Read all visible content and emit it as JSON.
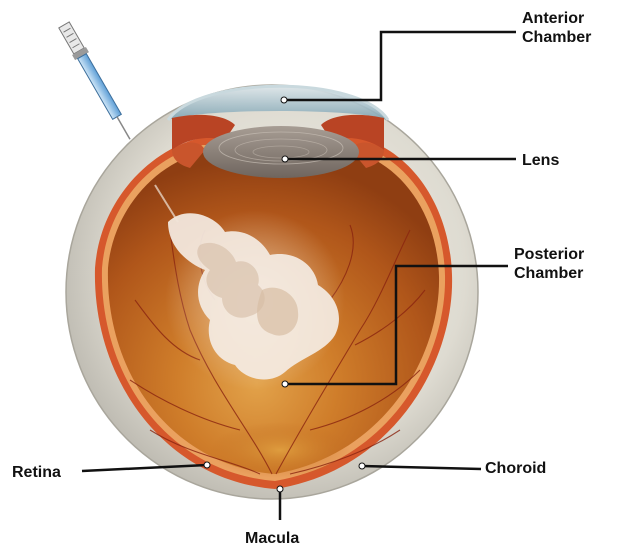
{
  "labels": {
    "anterior_chamber": [
      "Anterior",
      "Chamber"
    ],
    "lens": "Lens",
    "posterior_chamber": [
      "Posterior",
      "Chamber"
    ],
    "retina": "Retina",
    "choroid": "Choroid",
    "macula": "Macula"
  },
  "colors": {
    "sclera": "#e4e1d8",
    "vitreous": "#c86a1e",
    "retina_layer": "#e0703a",
    "cornea": "#b9c8cf",
    "lens": "#8a7f77",
    "leader": "#111111"
  },
  "icons": {
    "syringe": "syringe-icon"
  }
}
